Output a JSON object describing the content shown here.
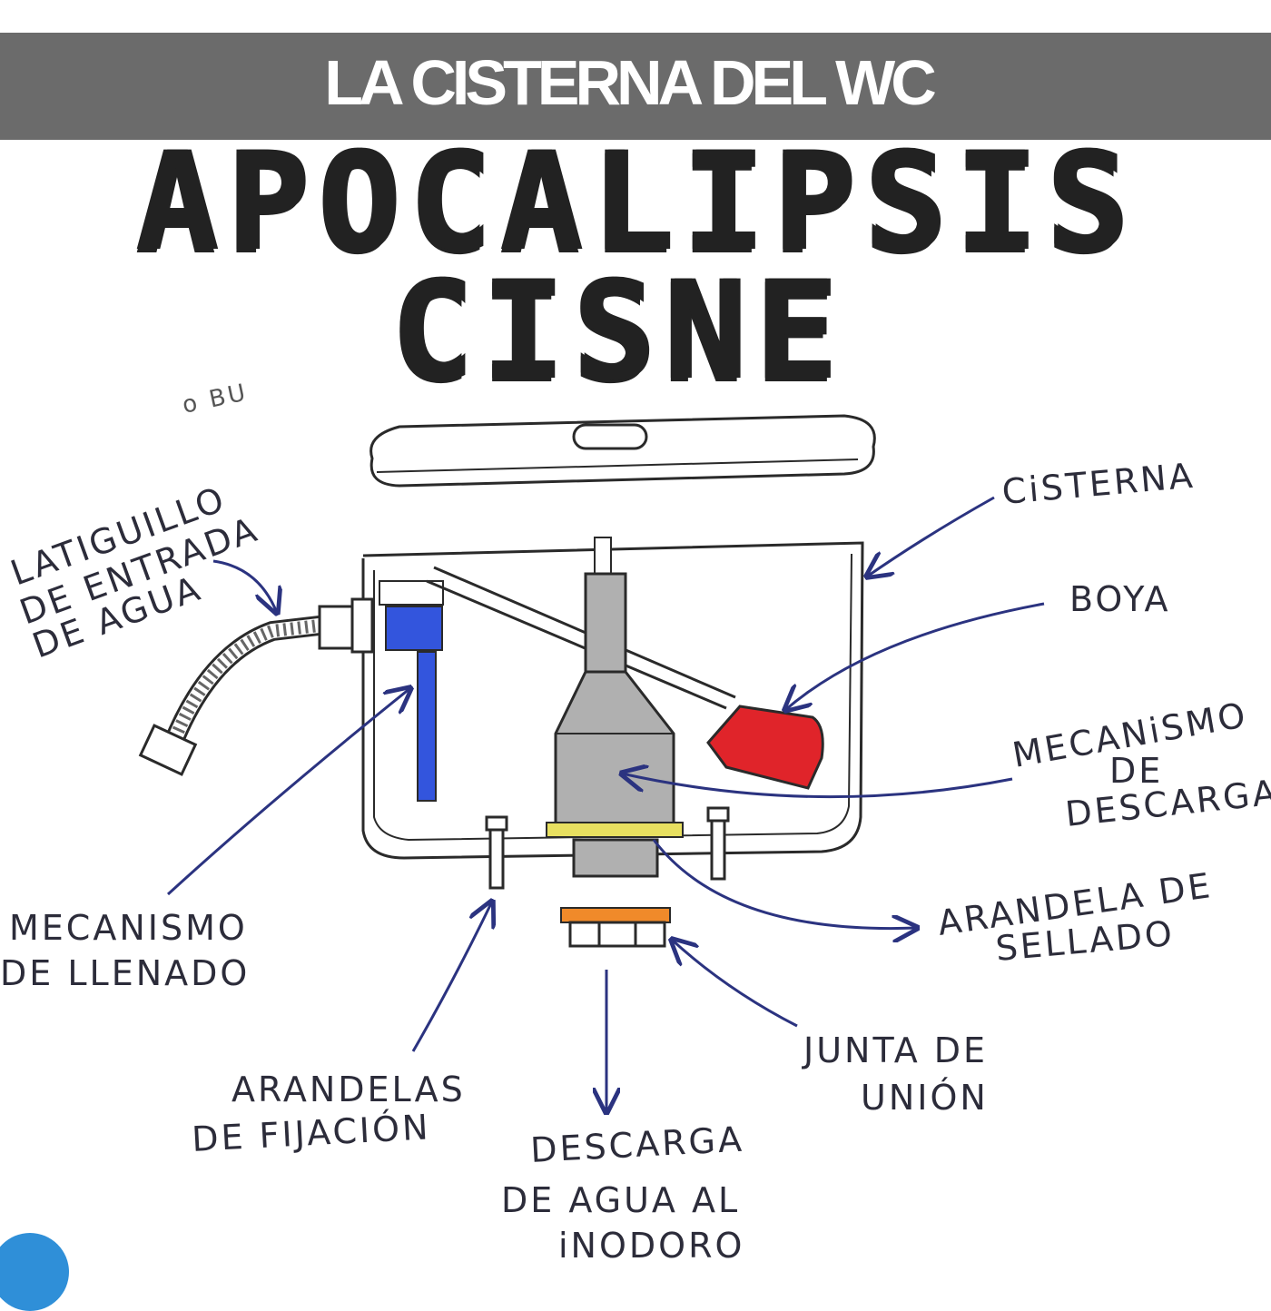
{
  "banner": {
    "title": "LA CISTERNA DEL WC"
  },
  "overlay": {
    "line1": "APOCALIPSIS",
    "line2": "CISNE"
  },
  "labels": {
    "faded_note": "o BU",
    "latiguillo": [
      "LATIGUILLO",
      "DE ENTRADA",
      "DE AGUA"
    ],
    "cisterna": "CiSTERNA",
    "boya": "BOYA",
    "mecanismo_descarga": [
      "MECANiSMO",
      "DE",
      "DESCARGA"
    ],
    "mecanismo_llenado": [
      "MECANISMO",
      "DE LLENADO"
    ],
    "arandela_sellado": [
      "ARANDELA DE",
      "SELLADO"
    ],
    "junta_union": [
      "JUNTA DE",
      "UNIÓN"
    ],
    "arandelas_fijacion": [
      "ARANDELAS",
      "DE FIJACIÓN"
    ],
    "descarga_agua": [
      "DESCARGA",
      "DE AGUA AL",
      "iNODORO"
    ]
  },
  "colors": {
    "banner_bg": "#6b6b6b",
    "fill_valve": "#3355dd",
    "float": "#e0242a",
    "flush_mechanism": "#b0b0b0",
    "seal_washer": "#e8e060",
    "union_gasket": "#f08a2a",
    "arrows": "#2b3380"
  }
}
